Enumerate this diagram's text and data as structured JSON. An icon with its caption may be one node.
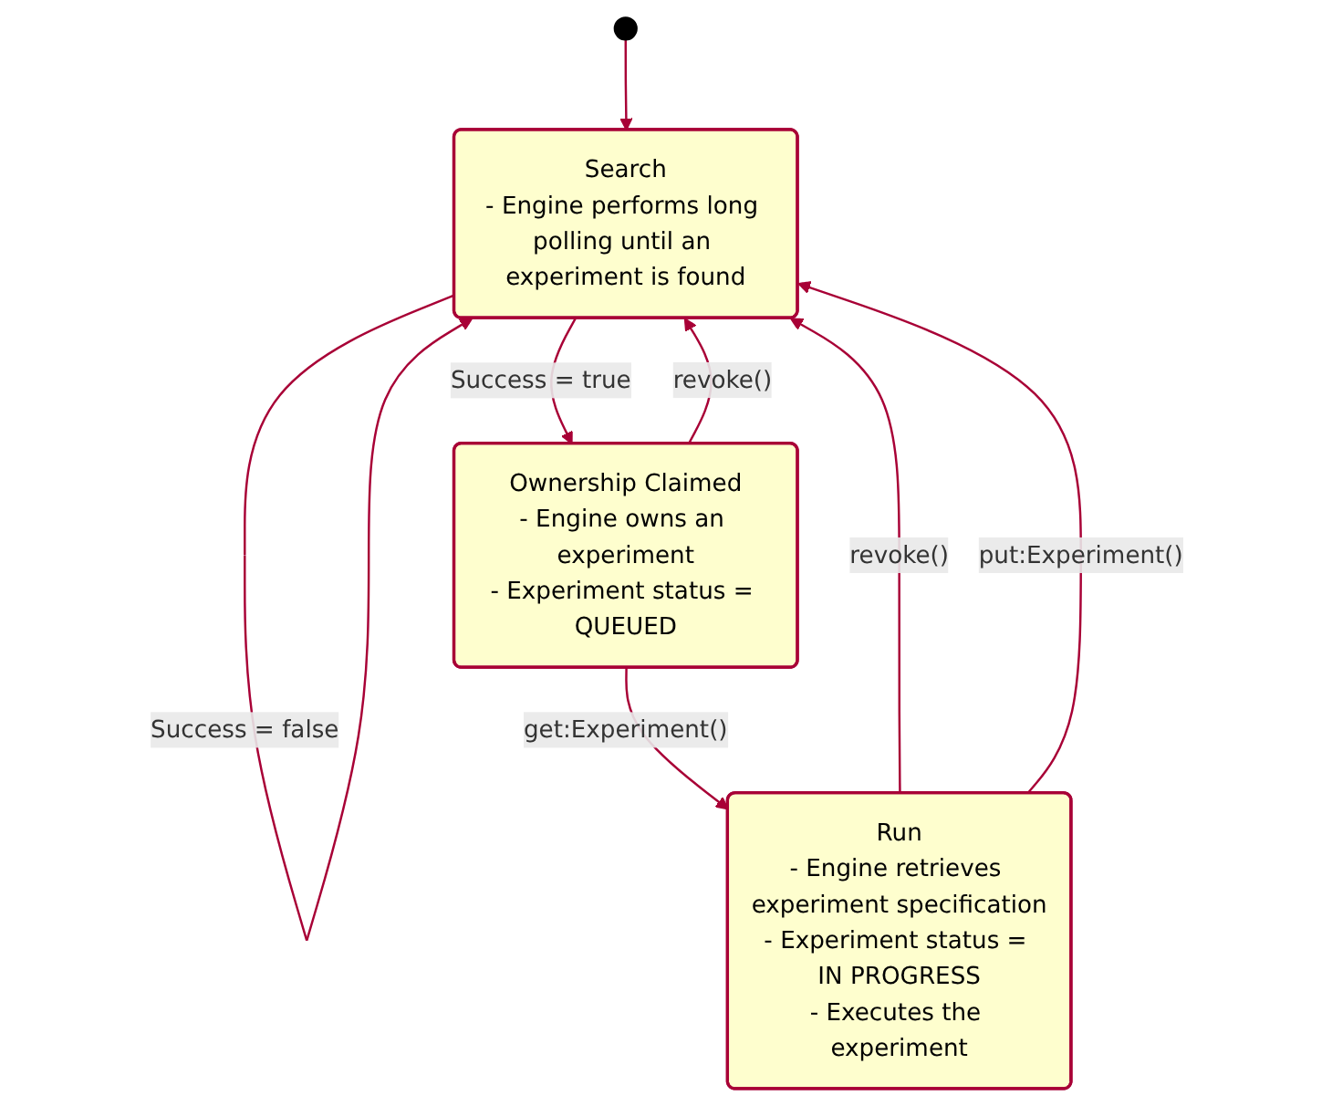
{
  "diagram": {
    "nodes": [
      {
        "text": [],
        "shape": "circle"
      },
      {
        "text": [
          "Search",
          "- Engine performs long polling until an experiment is found"
        ]
      },
      {
        "text": [
          "Ownership Claimed",
          "- Engine owns an experiment",
          "- Experiment status = QUEUED"
        ]
      },
      {
        "text": [
          "Run",
          "- Engine retrieves experiment specification",
          "- Experiment status = IN PROGRESS",
          "- Executes the experiment"
        ]
      }
    ],
    "edges": [
      {
        "from": 0,
        "to": 1,
        "arrow": "to"
      },
      {
        "from": 1,
        "to": 1,
        "arrow": "to",
        "label": "Success = false"
      },
      {
        "from": 1,
        "to": 2,
        "arrow": "to",
        "label": "Success = true"
      },
      {
        "from": 2,
        "to": 1,
        "arrow": "to",
        "label": "revoke()"
      },
      {
        "from": 2,
        "to": 3,
        "arrow": "to",
        "label": "get:Experiment()"
      },
      {
        "from": 3,
        "to": 1,
        "arrow": "to",
        "label": "revoke()"
      },
      {
        "from": 3,
        "to": 1,
        "arrow": "to",
        "label": "put:Experiment()"
      }
    ]
  }
}
